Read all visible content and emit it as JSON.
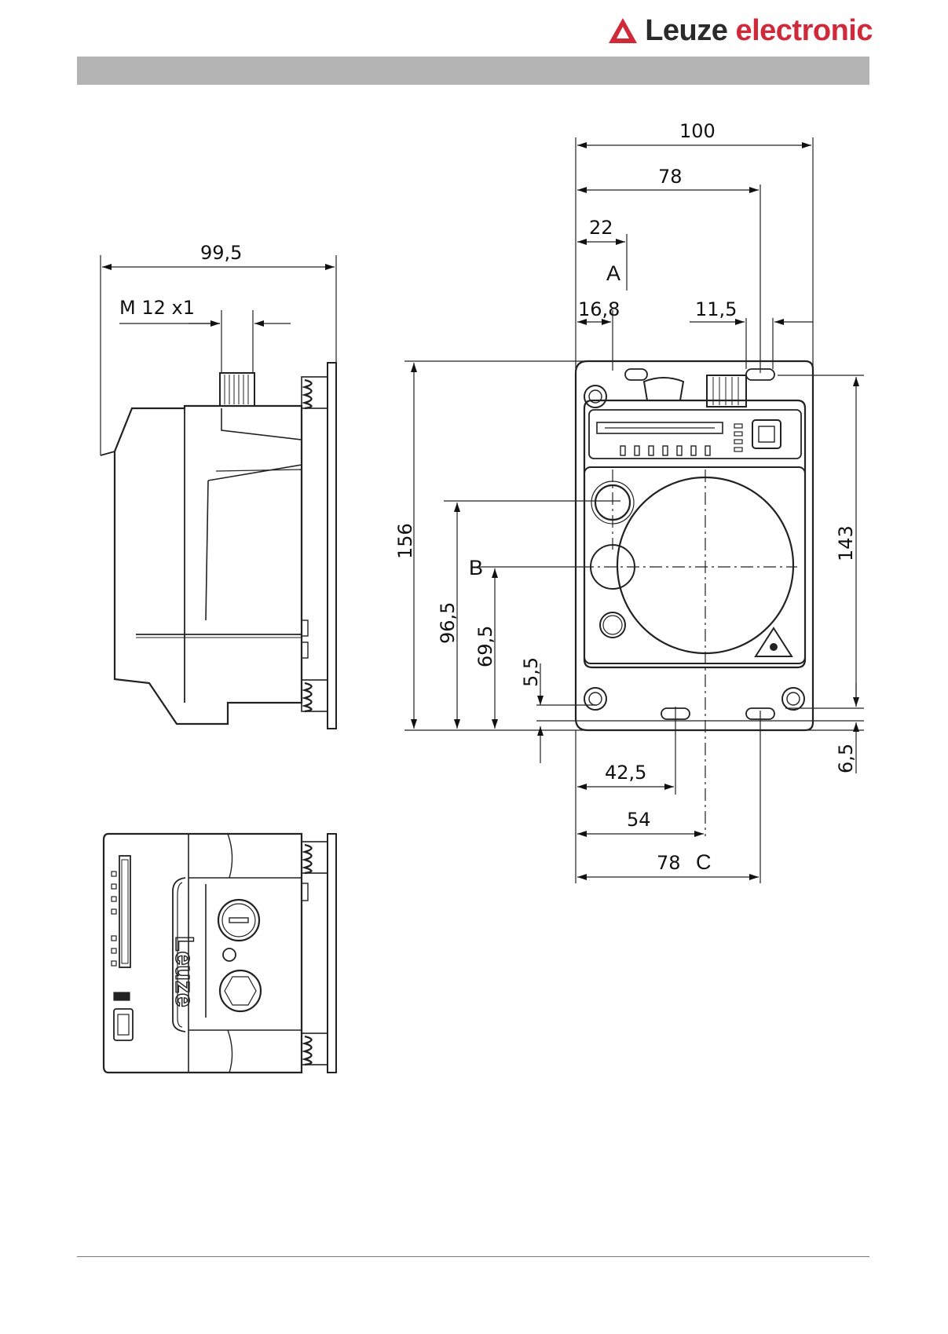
{
  "header": {
    "logo_dark": "Leuze",
    "logo_accent": "electronic",
    "accent_color": "#d0293a",
    "bar_color": "#b4b4b4"
  },
  "side_view": {
    "overall_width": "99,5",
    "thread_label": "M 12 x1"
  },
  "front_view": {
    "width_overall": "100",
    "width_top_holes": "78",
    "offset_a": "22",
    "offset_top_hole_left": "16,8",
    "offset_top_hole_right": "11,5",
    "height_overall": "156",
    "height_holes": "143",
    "height_a": "96,5",
    "height_b": "69,5",
    "offset_bottom": "5,5",
    "offset_bottom_right": "6,5",
    "offset_bottom_hole": "42,5",
    "offset_c": "54",
    "width_bottom_holes": "78",
    "marker_a": "A",
    "marker_b": "B",
    "marker_c": "C"
  },
  "top_view": {
    "brand_text": "Leuze"
  }
}
